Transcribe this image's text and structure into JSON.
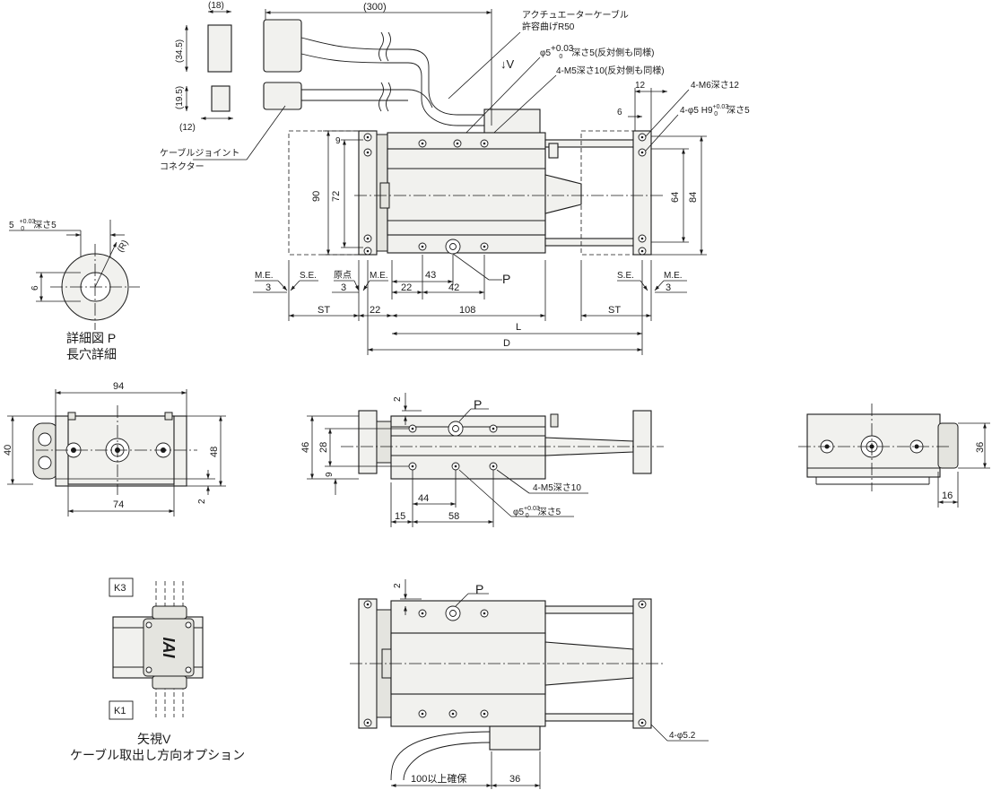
{
  "top_view": {
    "cable_length": "(300)",
    "cable_note_1": "アクチュエーターケーブル",
    "cable_note_2": "許容曲げR50",
    "note_phi5": "φ5",
    "note_phi5_tol": "+0.03",
    "note_phi5_tol0": "0",
    "note_phi5_rest": "深さ5(反対側も同様)",
    "note_m5": "4-M5深さ10(反対側も同様)",
    "view_arrow": "↓V",
    "note_m6": "4-M6深さ12",
    "note_phi5h9": "4-φ5 H9",
    "note_phi5h9_tol": "+0.03",
    "note_phi5h9_tol0": "0",
    "note_phi5h9_rest": "深さ5",
    "dim_12": "12",
    "dim_6": "6",
    "dim_9": "9",
    "dim_90": "90",
    "dim_72": "72",
    "dim_64": "64",
    "dim_84": "84",
    "me_left": "M.E.",
    "se_left": "S.E.",
    "origin": "原点",
    "me_mid": "M.E.",
    "se_right": "S.E.",
    "me_right": "M.E.",
    "dim_3a": "3",
    "dim_3b": "3",
    "dim_3c": "3",
    "dim_22a": "22",
    "dim_43": "43",
    "dim_42": "42",
    "label_p": "P",
    "dim_st_left": "ST",
    "dim_22b": "22",
    "dim_108": "108",
    "dim_st_right": "ST",
    "dim_l": "L",
    "dim_d": "D",
    "connector_dim_18": "(18)",
    "connector_dim_345": "(34.5)",
    "connector_dim_195": "(19.5)",
    "connector_dim_12": "(12)",
    "connector_label_1": "ケーブルジョイント",
    "connector_label_2": "コネクター"
  },
  "detail_p": {
    "slot_width": "5",
    "slot_tol": "+0.03",
    "slot_tol0": "0",
    "slot_depth": "深さ5",
    "dim_6": "6",
    "radius": "(R)",
    "title_1": "詳細図 P",
    "title_2": "長穴詳細"
  },
  "front_view": {
    "dim_94": "94",
    "dim_40": "40",
    "dim_48": "48",
    "dim_2": "2",
    "dim_74": "74"
  },
  "side_view": {
    "dim_2": "2",
    "label_p": "P",
    "dim_46": "46",
    "dim_28": "28",
    "dim_9": "9",
    "note_m5": "4-M5深さ10",
    "dim_44": "44",
    "dim_15": "15",
    "dim_58": "58",
    "note_phi5": "φ5",
    "note_phi5_tol": "+0.03",
    "note_phi5_tol0": "0",
    "note_phi5_rest": "深さ5"
  },
  "end_view": {
    "dim_36": "36",
    "dim_16": "16"
  },
  "view_v": {
    "k3": "K3",
    "k1": "K1",
    "logo": "IAI",
    "title_1": "矢視V",
    "title_2": "ケーブル取出し方向オプション"
  },
  "bottom_view": {
    "dim_2": "2",
    "label_p": "P",
    "note_holes": "4-φ5.2",
    "dim_100": "100以上確保",
    "dim_36": "36"
  }
}
